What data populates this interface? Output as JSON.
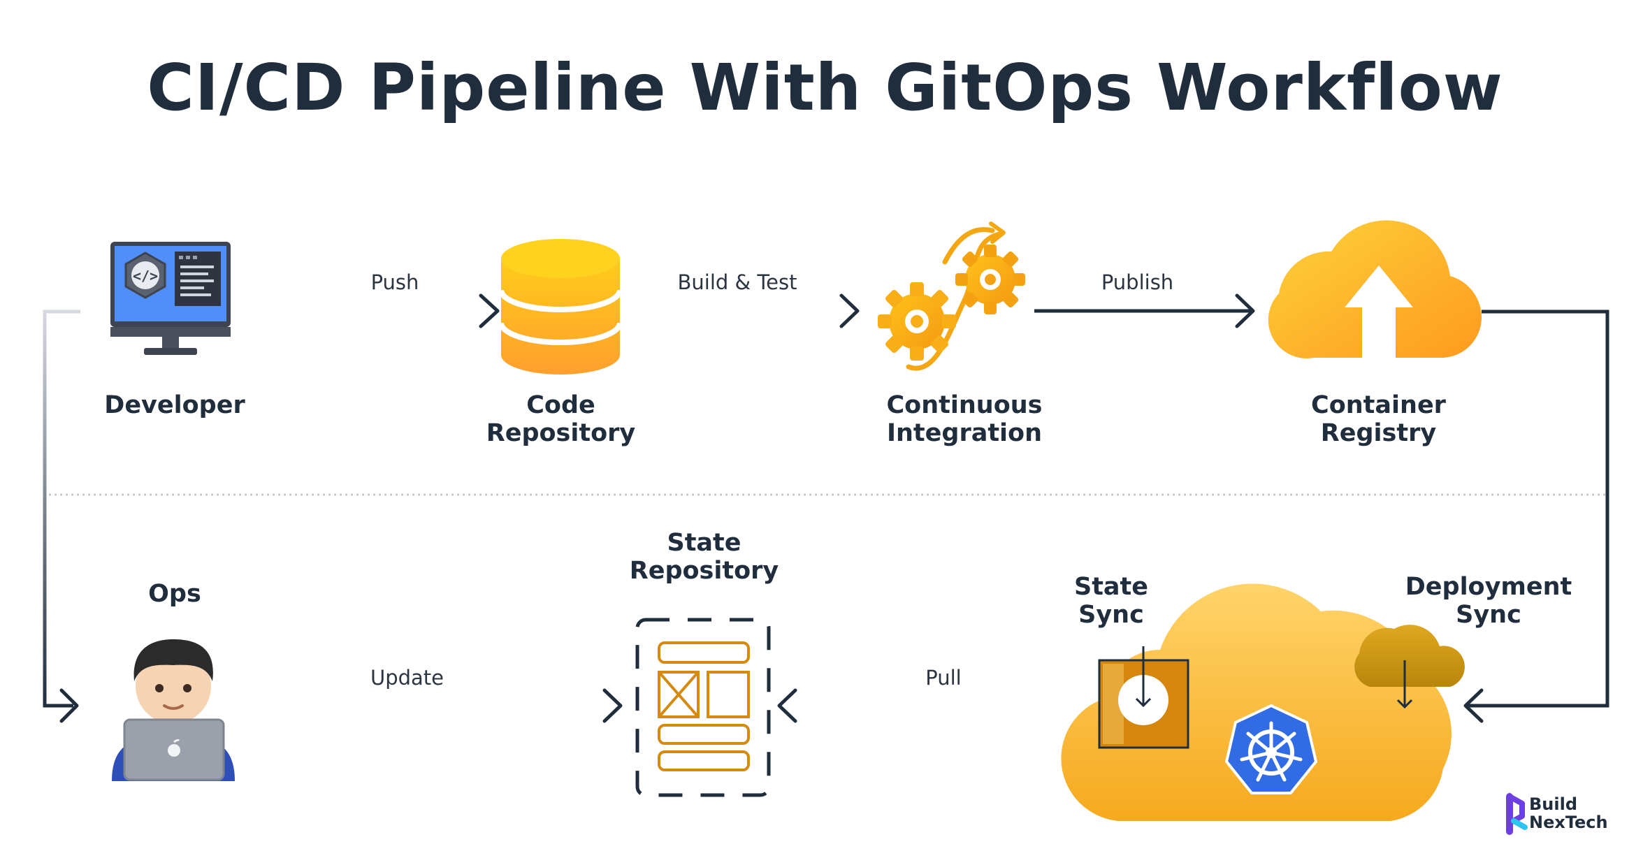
{
  "title": "CI/CD Pipeline With GitOps Workflow",
  "nodes": {
    "developer": "Developer",
    "code_repository": "Code\nRepository",
    "continuous_integration": "Continuous\nIntegration",
    "container_registry": "Container\nRegistry",
    "ops": "Ops",
    "state_repository": "State\nRepository",
    "state_sync": "State\nSync",
    "deployment_sync": "Deployment\nSync"
  },
  "edges": {
    "push": "Push",
    "build_test": "Build & Test",
    "publish": "Publish",
    "update": "Update",
    "pull": "Pull"
  },
  "brand": {
    "name": "Build\nNexTech"
  },
  "colors": {
    "dark": "#1f2d3d",
    "orange": "#f5a623",
    "yellow": "#fcc419",
    "k8s_blue": "#326ce5",
    "screen_blue": "#3b82f6",
    "state_sync_box": "#d68910",
    "brand_purple": "#6c3fe0",
    "brand_cyan": "#2ec4f1"
  }
}
